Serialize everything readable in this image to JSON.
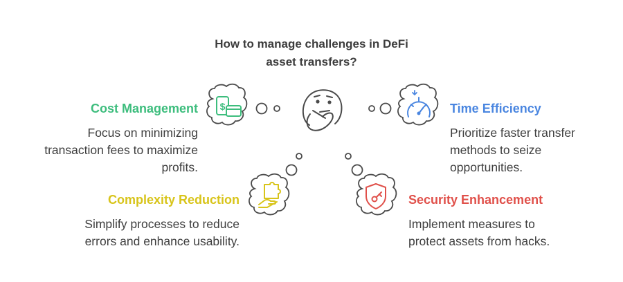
{
  "title": {
    "line1": "How to manage challenges in DeFi",
    "line2": "asset transfers?"
  },
  "items": [
    {
      "key": "cost",
      "heading": "Cost Management",
      "color": "#3dbd7d",
      "icon": "money-cards-icon",
      "lines": [
        "Focus on minimizing",
        "transaction fees to maximize",
        "profits."
      ]
    },
    {
      "key": "time",
      "heading": "Time Efficiency",
      "color": "#4a86e0",
      "icon": "speedometer-icon",
      "lines": [
        "Prioritize faster transfer",
        "methods to seize",
        "opportunities."
      ]
    },
    {
      "key": "complexity",
      "heading": "Complexity Reduction",
      "color": "#d8c41a",
      "icon": "puzzle-hand-icon",
      "lines": [
        "Simplify processes to reduce",
        "errors and enhance usability."
      ]
    },
    {
      "key": "security",
      "heading": "Security Enhancement",
      "color": "#e0504a",
      "icon": "shield-key-icon",
      "lines": [
        "Implement measures to",
        "protect assets from hacks."
      ]
    }
  ],
  "center_icon": "thinking-face-icon"
}
